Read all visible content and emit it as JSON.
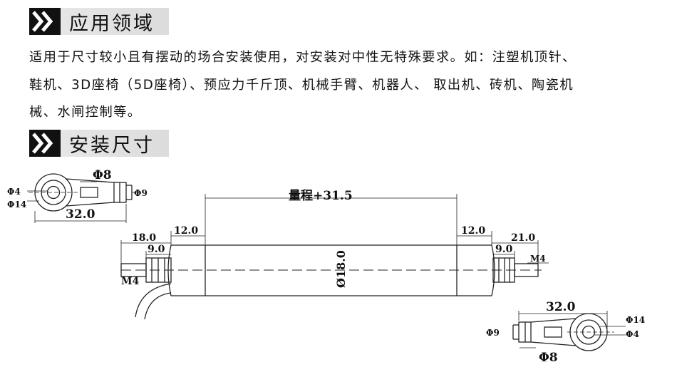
{
  "sections": {
    "application_title": "应用领域",
    "application_lines": [
      "适用于尺寸较小且有摆动的场合安装使用，对安装对中性无特殊要求。如：注塑机顶针、",
      "鞋机、3D座椅（5D座椅）、预应力千斤顶、机械手臂、机器人、 取出机、砖机、陶瓷机",
      "械、水闸控制等。"
    ],
    "dimension_title": "安装尺寸"
  },
  "drawing": {
    "left_eye": {
      "phi_big": "Φ8",
      "phi_small": "Φ4",
      "phi_outer": "Φ14",
      "phi_shank": "Φ9",
      "length": "32.0"
    },
    "right_eye": {
      "phi_big": "Φ8",
      "phi_small": "Φ4",
      "phi_outer": "Φ14",
      "phi_shank": "Φ9",
      "length": "32.0"
    },
    "stroke": "量程+31.5",
    "left_dims": {
      "d18": "18.0",
      "d12": "12.0",
      "d9": "9.0",
      "thread": "M4"
    },
    "right_dims": {
      "d12": "12.0",
      "d21": "21.0",
      "d9": "9.0",
      "thread": "M4"
    },
    "body_diameter": "Ø18.0"
  }
}
